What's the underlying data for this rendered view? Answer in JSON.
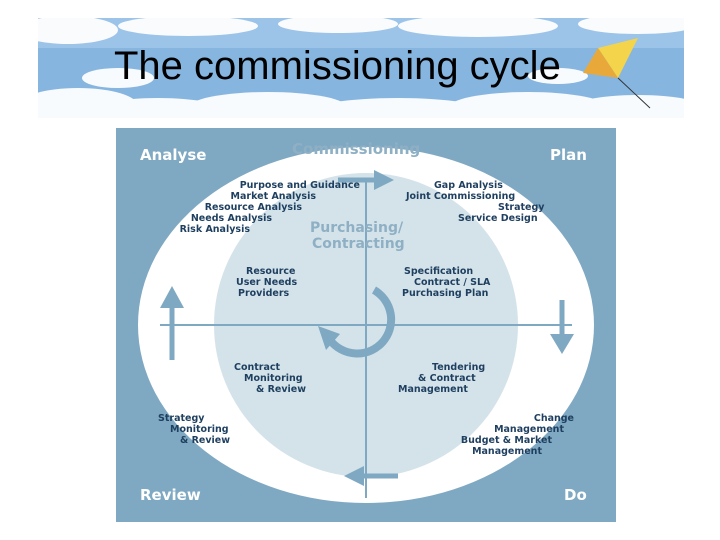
{
  "slide": {
    "title": "The commissioning cycle"
  },
  "diagram": {
    "corners": {
      "analyse": "Analyse",
      "plan": "Plan",
      "review": "Review",
      "do": "Do"
    },
    "outer_title": "Commissioning",
    "inner_title": [
      "Purchasing/",
      "Contracting"
    ],
    "analyse_items": [
      "Purpose and Guidance",
      "Market Analysis",
      "Resource Analysis",
      "Needs Analysis",
      "Risk Analysis"
    ],
    "plan_items": [
      "Gap Analysis",
      "Joint Commissioning",
      "Strategy",
      "Service Design"
    ],
    "inner_top_left": [
      "Resource",
      "User Needs",
      "Providers"
    ],
    "inner_top_right": [
      "Specification",
      "Contract / SLA",
      "Purchasing Plan"
    ],
    "inner_bottom_left": [
      "Contract",
      "Monitoring",
      "& Review"
    ],
    "inner_bottom_right": [
      "Tendering",
      "& Contract",
      "Management"
    ],
    "review_items": [
      "Strategy",
      "Monitoring",
      "& Review"
    ],
    "do_items": [
      "Change",
      "Management",
      "Budget & Market",
      "Management"
    ]
  },
  "colors": {
    "frame": "#7fa9c2",
    "outer_circle": "#ffffff",
    "inner_circle": "#d4e3ea",
    "text": "#1e3f5f",
    "title_text": "#8fb0c4",
    "banner_sky": "#86b5e0"
  }
}
